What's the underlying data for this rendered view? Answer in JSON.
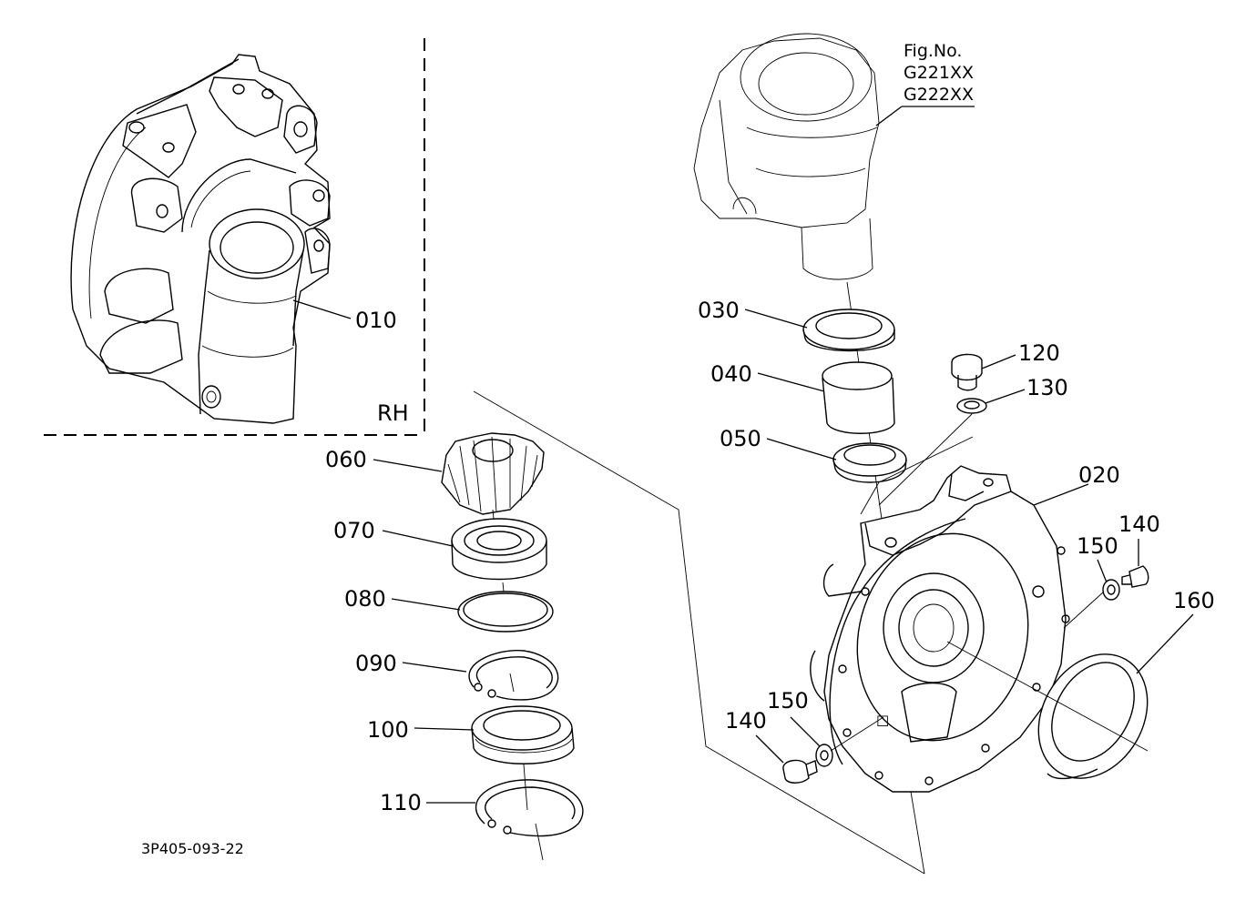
{
  "figure": {
    "fig_no_label": "Fig.No.",
    "fig_codes": [
      "G221XX",
      "G222XX"
    ],
    "variant_label": "RH",
    "drawing_code": "3P405-093-22"
  },
  "parts": [
    {
      "id": "p010",
      "number": "010"
    },
    {
      "id": "p020",
      "number": "020"
    },
    {
      "id": "p030",
      "number": "030"
    },
    {
      "id": "p040",
      "number": "040"
    },
    {
      "id": "p050",
      "number": "050"
    },
    {
      "id": "p060",
      "number": "060"
    },
    {
      "id": "p070",
      "number": "070"
    },
    {
      "id": "p080",
      "number": "080"
    },
    {
      "id": "p090",
      "number": "090"
    },
    {
      "id": "p100",
      "number": "100"
    },
    {
      "id": "p110",
      "number": "110"
    },
    {
      "id": "p120",
      "number": "120"
    },
    {
      "id": "p130",
      "number": "130"
    },
    {
      "id": "p140a",
      "number": "140"
    },
    {
      "id": "p140b",
      "number": "140"
    },
    {
      "id": "p150a",
      "number": "150"
    },
    {
      "id": "p150b",
      "number": "150"
    },
    {
      "id": "p160",
      "number": "160"
    }
  ]
}
